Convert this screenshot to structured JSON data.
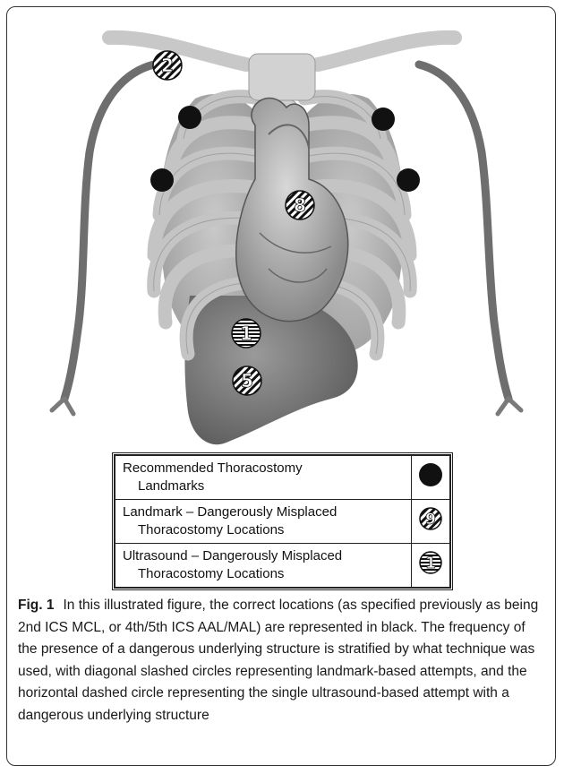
{
  "figure": {
    "label": "Fig. 1",
    "caption": "In this illustrated figure, the correct locations (as specified previously as being 2nd ICS MCL, or 4th/5th ICS AAL/MAL) are represented in black. The frequency of the presence of a dangerous underlying structure is stratified by what technique was used, with diagonal slashed circles representing landmark-based attempts, and the horizontal dashed circle representing the single ultrasound-based attempt with a dangerous underlying structure"
  },
  "markers": {
    "recommended_count": 4,
    "landmark": [
      {
        "number": "2"
      },
      {
        "number": "8"
      },
      {
        "number": "5"
      }
    ],
    "ultrasound": [
      {
        "number": "1"
      }
    ]
  },
  "legend": {
    "rows": [
      {
        "line1": "Recommended Thoracostomy",
        "line2": "Landmarks",
        "symbol": "recommended"
      },
      {
        "line1": "Landmark – Dangerously Misplaced",
        "line2": "Thoracostomy Locations",
        "symbol": "landmark",
        "number": "9"
      },
      {
        "line1": "Ultrasound – Dangerously Misplaced",
        "line2": "Thoracostomy Locations",
        "symbol": "ultrasound",
        "number": "1"
      }
    ]
  },
  "colors": {
    "marker": "#111111",
    "frame": "#333333"
  }
}
